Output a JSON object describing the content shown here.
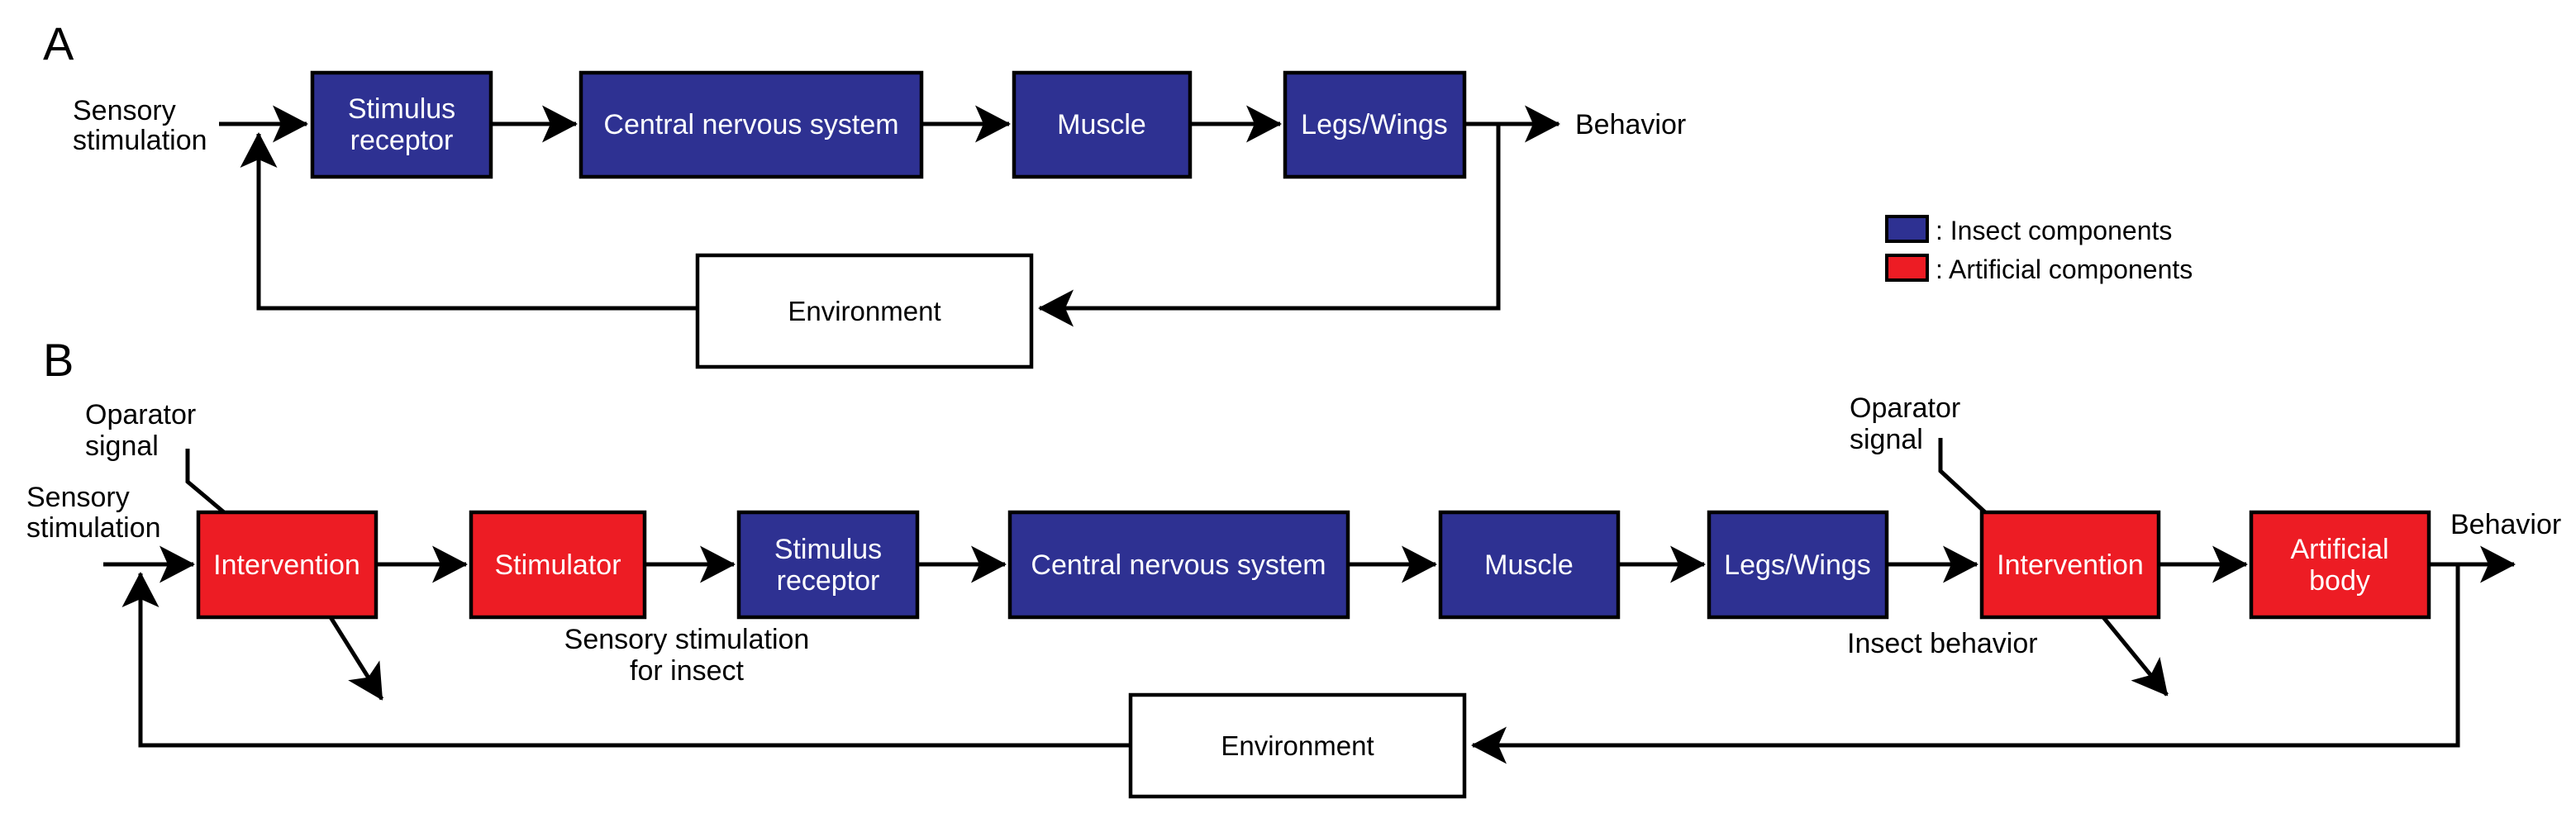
{
  "colors": {
    "insect": "#2E3192",
    "artificial": "#ED1C24",
    "environment": "#FFFFFF",
    "line": "#000000",
    "box_text": "#FFFFFF",
    "label_text": "#000000",
    "background": "#FFFFFF"
  },
  "legend": {
    "insect_label": ": Insect components",
    "artificial_label": ": Artificial components"
  },
  "panel_a": {
    "label": "A",
    "input_label": {
      "line1": "Sensory",
      "line2": "stimulation"
    },
    "boxes": {
      "stimulus_receptor": {
        "line1": "Stimulus",
        "line2": "receptor"
      },
      "central_nervous_system": "Central nervous system",
      "muscle": "Muscle",
      "legs_wings": "Legs/Wings",
      "environment": "Environment"
    },
    "output_label": "Behavior"
  },
  "panel_b": {
    "label": "B",
    "operator_signal": {
      "line1": "Oparator",
      "line2": "signal"
    },
    "input_label": {
      "line1": "Sensory",
      "line2": "stimulation"
    },
    "boxes": {
      "intervention": "Intervention",
      "stimulator": "Stimulator",
      "stimulus_receptor": {
        "line1": "Stimulus",
        "line2": "receptor"
      },
      "central_nervous_system": "Central nervous system",
      "muscle": "Muscle",
      "legs_wings": "Legs/Wings",
      "artificial_body": {
        "line1": "Artificial",
        "line2": "body"
      },
      "environment": "Environment"
    },
    "stimulation_note": {
      "line1": "Sensory stimulation",
      "line2": "for insect"
    },
    "insect_behavior_label": "Insect behavior",
    "output_label": "Behavior"
  }
}
